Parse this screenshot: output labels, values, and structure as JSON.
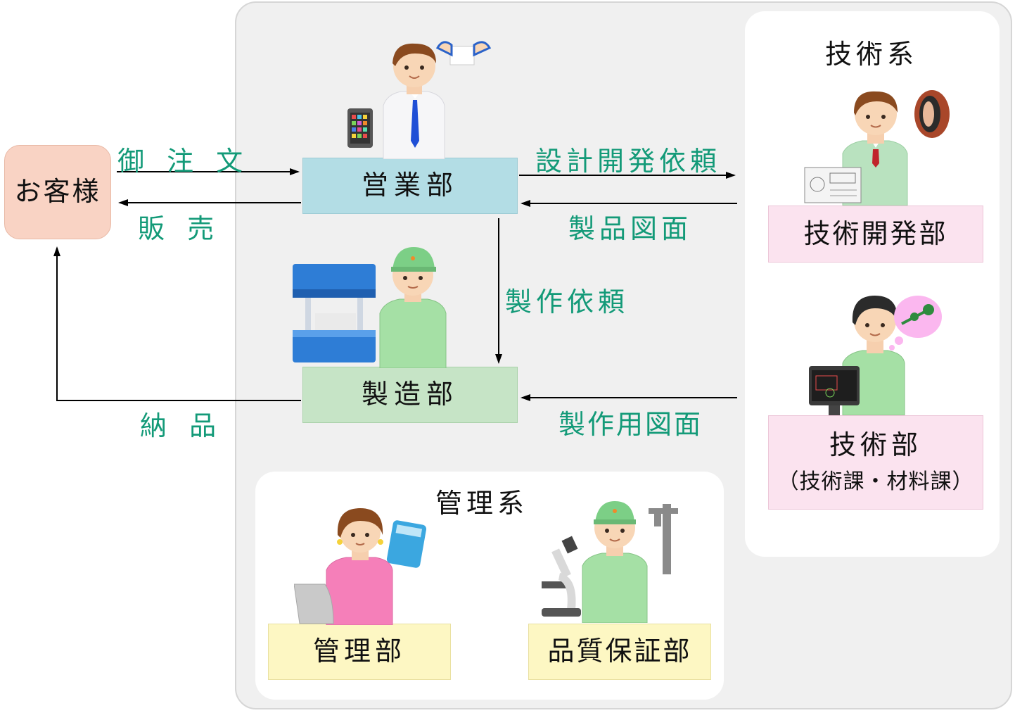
{
  "customer": {
    "label": "お客様"
  },
  "company": {
    "sales": {
      "label": "営業部"
    },
    "manufacturing": {
      "label": "製造部"
    }
  },
  "technical_group": {
    "title": "技術系",
    "rnd": {
      "label": "技術開発部"
    },
    "engineering": {
      "label": "技術部",
      "sub": "（技術課・材料課）"
    }
  },
  "admin_group": {
    "title": "管理系",
    "management": {
      "label": "管理部"
    },
    "quality": {
      "label": "品質保証部"
    }
  },
  "flows": {
    "order": "御 注 文",
    "sales": "販 売",
    "design_request": "設計開発依頼",
    "product_drawing": "製品図面",
    "production_request": "製作依頼",
    "production_drawing": "製作用図面",
    "delivery": "納 品"
  },
  "colors": {
    "customer_box": "#f9d3c4",
    "sales_box": "#b3dde5",
    "manufacturing_box": "#c6e4c6",
    "technical_box": "#fbe3ef",
    "admin_box": "#fdf7c3",
    "flow_label": "#139a78"
  }
}
